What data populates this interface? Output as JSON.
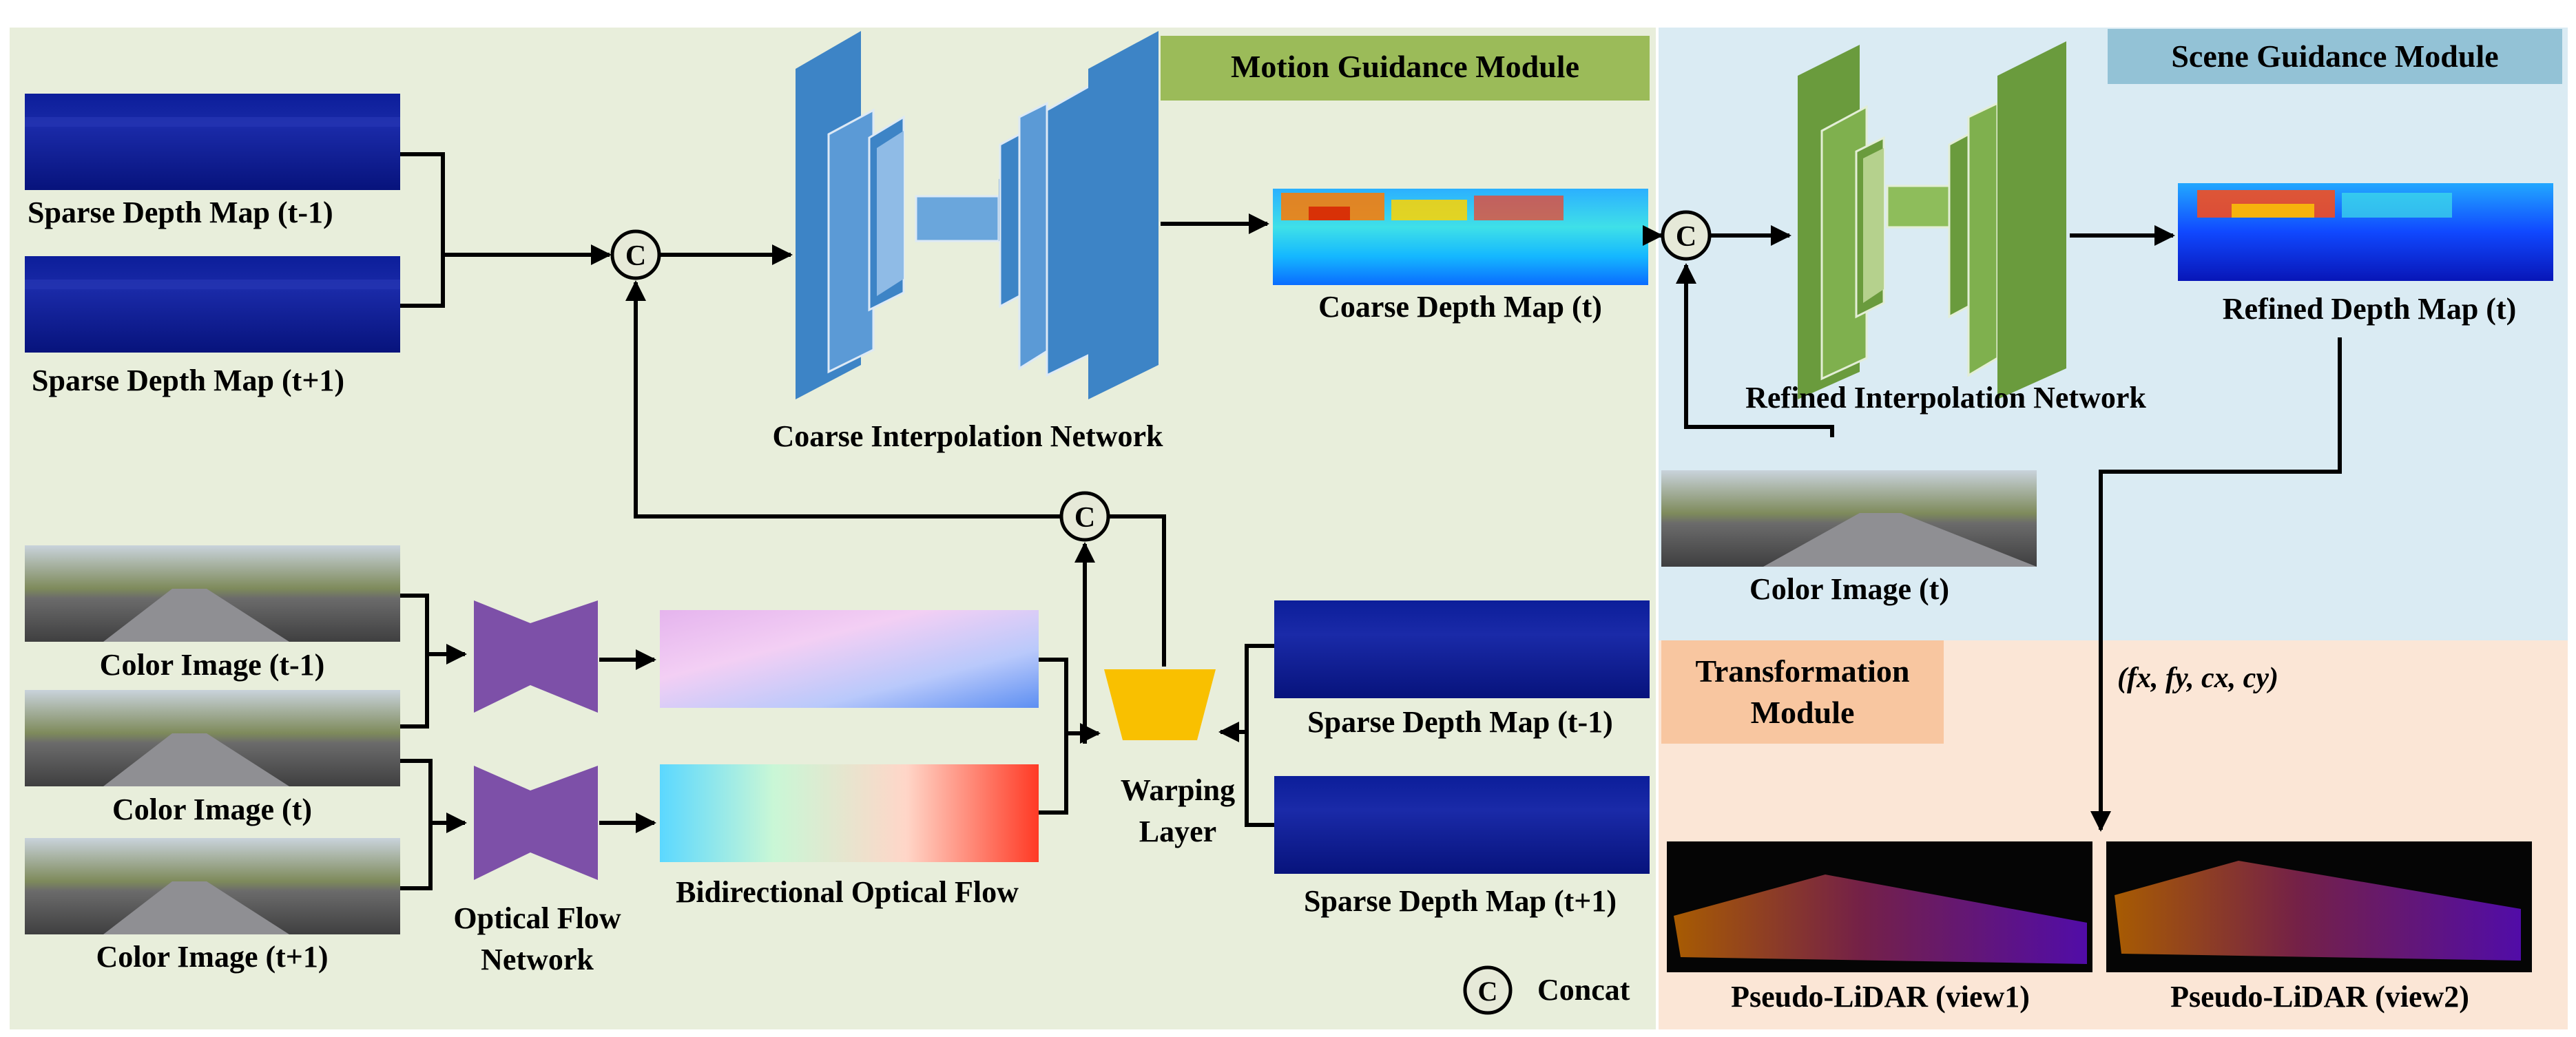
{
  "modules": {
    "motion": "Motion Guidance Module",
    "scene": "Scene Guidance Module",
    "transform_line1": "Transformation",
    "transform_line2": "Module"
  },
  "labels": {
    "sparse_t_minus_1": "Sparse Depth Map (t-1)",
    "sparse_t_plus_1": "Sparse Depth Map (t+1)",
    "coarse_net": "Coarse Interpolation Network",
    "coarse_depth": "Coarse Depth Map (t)",
    "refined_net": "Refined Interpolation Network",
    "refined_depth": "Refined Depth Map (t)",
    "color_t_minus_1": "Color Image (t-1)",
    "color_t": "Color Image (t)",
    "color_t_plus_1": "Color Image (t+1)",
    "color_t_right": "Color Image (t)",
    "optical_flow_line1": "Optical Flow",
    "optical_flow_line2": "Network",
    "bidirectional_flow": "Bidirectional Optical Flow",
    "warping_line1": "Warping",
    "warping_line2": "Layer",
    "sparse_right_t_minus_1": "Sparse Depth Map (t-1)",
    "sparse_right_t_plus_1": "Sparse Depth Map (t+1)",
    "intrinsics": "(fx, fy, cx, cy)",
    "pseudo_view1": "Pseudo-LiDAR (view1)",
    "pseudo_view2": "Pseudo-LiDAR (view2)",
    "concat_symbol": "C",
    "concat_legend": "Concat"
  },
  "colors": {
    "motion_bg": "#e8eedb",
    "scene_bg": "#daebf3",
    "transform_bg": "#fbe6d6",
    "motion_badge": "#9bbb59",
    "scene_badge": "#93c2d6",
    "transform_badge": "#f8c6a0",
    "coarse_net": "#3d84c6",
    "refined_net": "#6a9b3d",
    "flow_net": "#7d50a8",
    "warp": "#f9c000",
    "depth_dark": "#0a1a8c"
  }
}
